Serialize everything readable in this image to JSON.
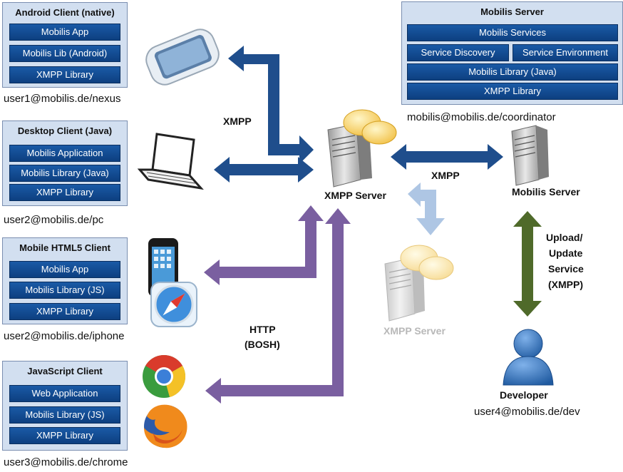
{
  "clients": [
    {
      "title": "Android Client (native)",
      "layers": [
        "Mobilis App",
        "Mobilis Lib (Android)",
        "XMPP Library"
      ],
      "jid": "user1@mobilis.de/nexus"
    },
    {
      "title": "Desktop Client (Java)",
      "layers": [
        "Mobilis Application",
        "Mobilis Library (Java)",
        "XMPP Library"
      ],
      "jid": "user2@mobilis.de/pc"
    },
    {
      "title": "Mobile HTML5 Client",
      "layers": [
        "Mobilis App",
        "Mobilis Library (JS)",
        "XMPP Library"
      ],
      "jid": "user2@mobilis.de/iphone"
    },
    {
      "title": "JavaScript Client",
      "layers": [
        "Web Application",
        "Mobilis Library (JS)",
        "XMPP Library"
      ],
      "jid": "user3@mobilis.de/chrome"
    }
  ],
  "mobilis_server_box": {
    "title": "Mobilis Server",
    "services": "Mobilis Services",
    "discovery": "Service Discovery",
    "environment": "Service Environment",
    "library_java": "Mobilis Library (Java)",
    "xmpp_library": "XMPP Library",
    "jid": "mobilis@mobilis.de/coordinator"
  },
  "labels": {
    "xmpp_clients": "XMPP",
    "xmpp_server_server": "XMPP",
    "xmpp_server": "XMPP Server",
    "mobilis_server": "Mobilis Server",
    "xmpp_server_secondary": "XMPP Server",
    "http_line1": "HTTP",
    "http_line2": "(BOSH)",
    "upload_line1": "Upload/",
    "upload_line2": "Update",
    "upload_line3": "Service",
    "upload_line4": "(XMPP)",
    "developer": "Developer",
    "developer_jid": "user4@mobilis.de/dev"
  },
  "colors": {
    "xmpp_arrow": "#1f4e8c",
    "bosh_arrow": "#7a5fa0",
    "secondary_arrow": "#aec6e4",
    "upload_arrow": "#4f6a2a",
    "layer_bar": "#0d4a92",
    "panel": "#d2dff0"
  }
}
